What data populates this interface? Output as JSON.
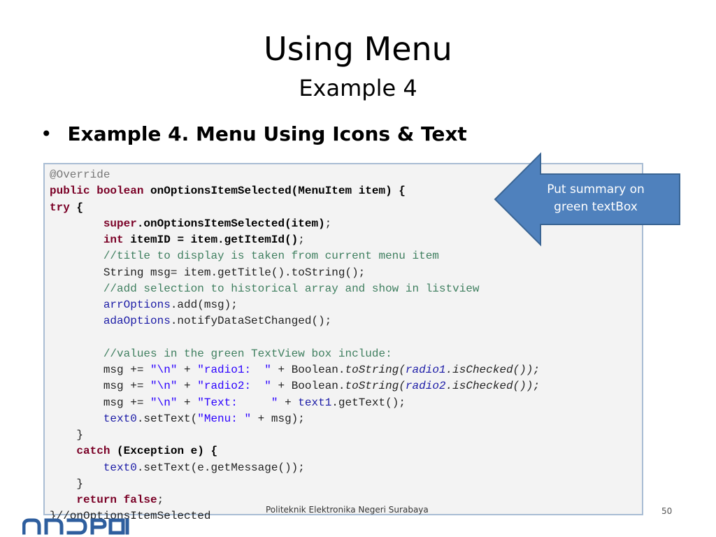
{
  "slide": {
    "title": "Using Menu",
    "subtitle": "Example 4",
    "bullet": "Example 4. Menu Using Icons & Text",
    "page_number": "50",
    "footer": "Politeknik Elektronika Negeri Surabaya"
  },
  "callout": {
    "line1": "Put summary on",
    "line2": "green textBox",
    "fill_color": "#4f81bd",
    "border_color": "#3a6594"
  },
  "code": {
    "l1": "@Override",
    "l2_kw1": "public",
    "l2_kw2": "boolean",
    "l2_name": "onOptionsItemSelected(MenuItem item)",
    "l2_brace": " {",
    "l3_kw": "try",
    "l3_brace": " {",
    "l4_kw": "super",
    "l4_rest": ".onOptionsItemSelected(item)",
    "l5_kw": "int",
    "l5_rest": " itemID = item.getItemId()",
    "l6": "//title to display is taken from current menu item",
    "l7": "String msg= item.getTitle().toString();",
    "l8": "//add selection to historical array and show in listview",
    "l9_field": "arrOptions",
    "l9_rest": ".add(msg);",
    "l10_field": "adaOptions",
    "l10_rest": ".notifyDataSetChanged();",
    "l11": "//values in the green TextView box include:",
    "msg_prefix": "msg += ",
    "newline_str": "\"\\n\"",
    "plus": " + ",
    "radio1_str": "\"radio1:  \"",
    "radio2_str": "\"radio2:  \"",
    "text_str": "\"Text:     \"",
    "bool_cls": "Boolean.",
    "tostring": "toString(",
    "radio1": "radio1",
    "radio2": "radio2",
    "ischecked": ".isChecked());",
    "text1": "text1",
    "gettext": ".getText();",
    "text0": "text0",
    "settext_open": ".setText(",
    "menu_str": "\"Menu: \"",
    "settext_close": " + msg);",
    "close_brace": "}",
    "catch_kw": "catch",
    "catch_rest": " (Exception e) {",
    "settext_msg": ".setText(e.getMessage());",
    "return_kw": "return",
    "false_kw": "false",
    "last": "}//onOptionsItemSelected"
  },
  "logo": {
    "text": "android",
    "color": "#2e5e9e"
  }
}
